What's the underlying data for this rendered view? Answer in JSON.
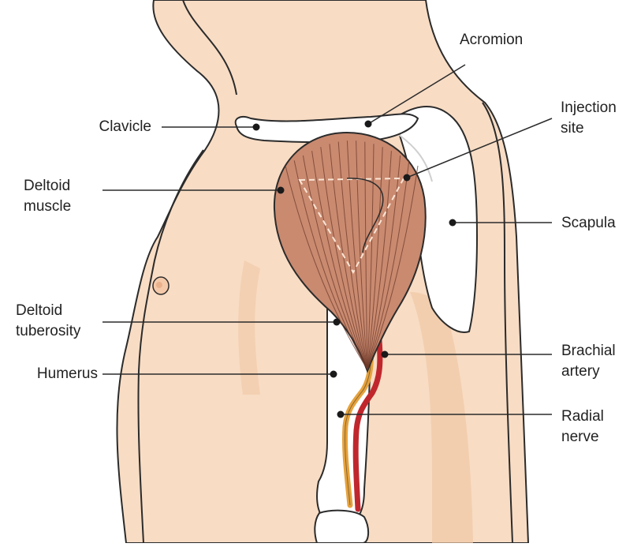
{
  "labels": {
    "acromion": "Acromion",
    "clavicle": "Clavicle",
    "injection_site": [
      "Injection",
      "site"
    ],
    "deltoid_muscle": [
      "Deltoid",
      "muscle"
    ],
    "scapula": "Scapula",
    "deltoid_tuberosity": [
      "Deltoid",
      "tuberosity"
    ],
    "brachial_artery": [
      "Brachial",
      "artery"
    ],
    "humerus": "Humerus",
    "radial_nerve": [
      "Radial",
      "nerve"
    ]
  },
  "colors": {
    "skin": "#f8dcc4",
    "skin_shade": "#f0c8a6",
    "outline": "#2b2b2b",
    "bone": "#ffffff",
    "muscle": "#c98a70",
    "muscle_fiber": "#6e3a2a",
    "artery": "#c0272d",
    "nerve": "#e6a23c",
    "injection_triangle": "#fbe6d6"
  }
}
